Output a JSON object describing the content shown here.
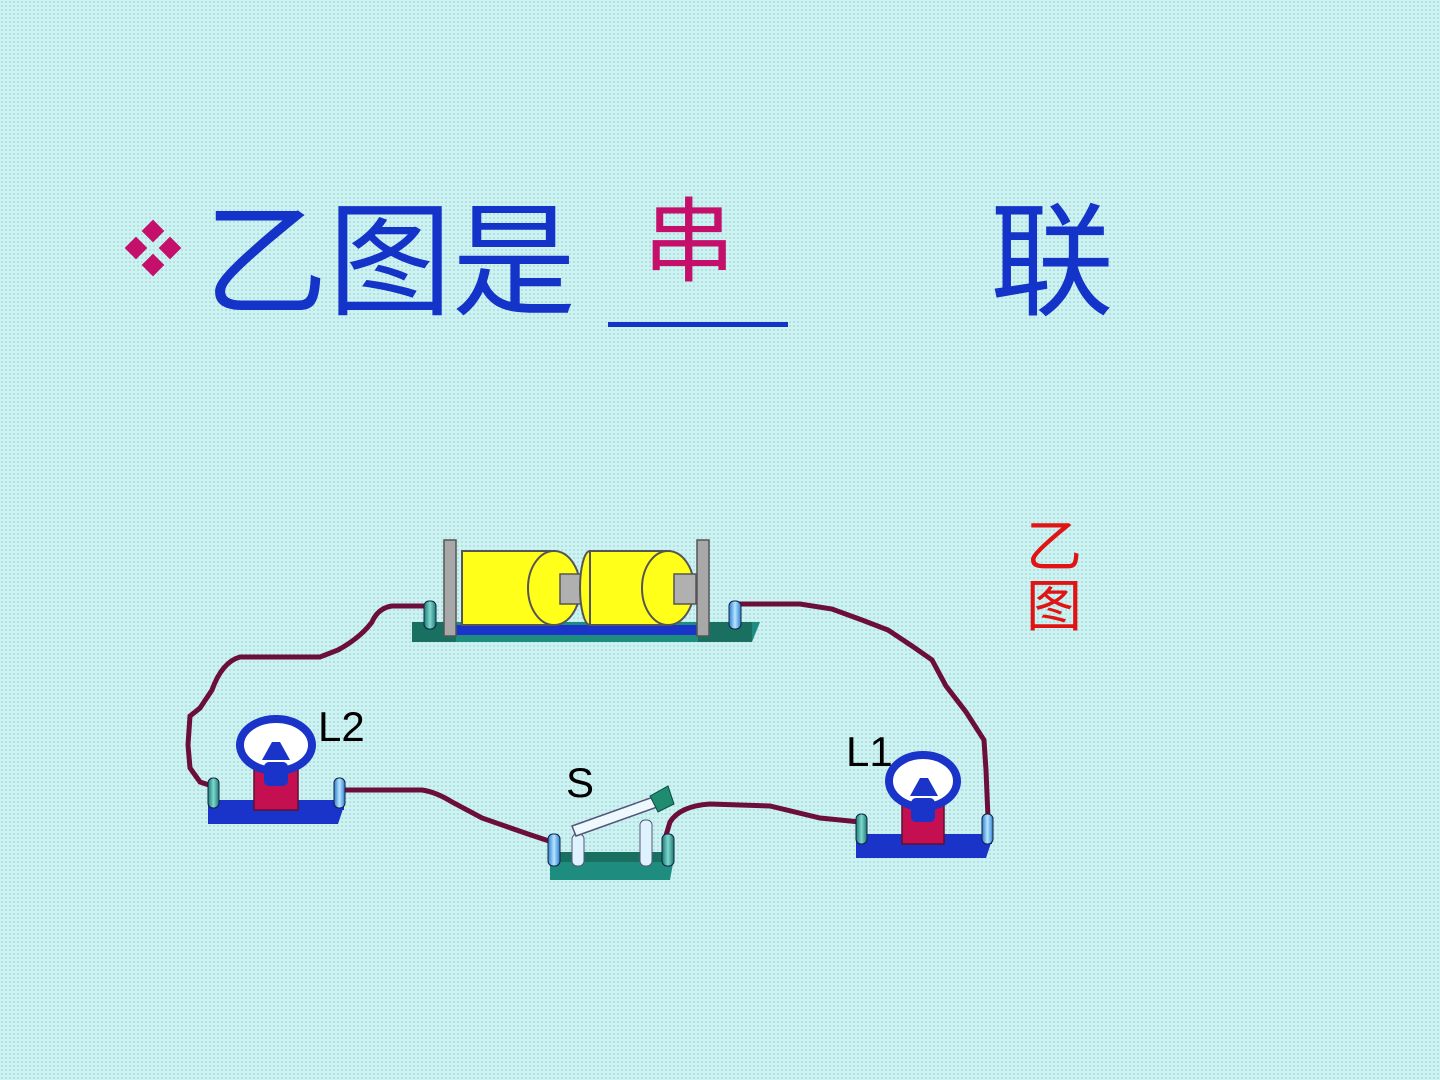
{
  "title": {
    "prefix": "乙图是",
    "answer": "串",
    "suffix": "联"
  },
  "figure_label": "乙图",
  "components": {
    "lamp_left": "L2",
    "lamp_right": "L1",
    "switch": "S"
  },
  "colors": {
    "title_text": "#1433c8",
    "answer_text": "#c4106a",
    "bullet": "#c4106a",
    "figure_label": "#e01414",
    "wire": "#6b0f3a",
    "battery": "#ffff1a",
    "base_green": "#1f8c80",
    "base_blue": "#1a33c8"
  }
}
